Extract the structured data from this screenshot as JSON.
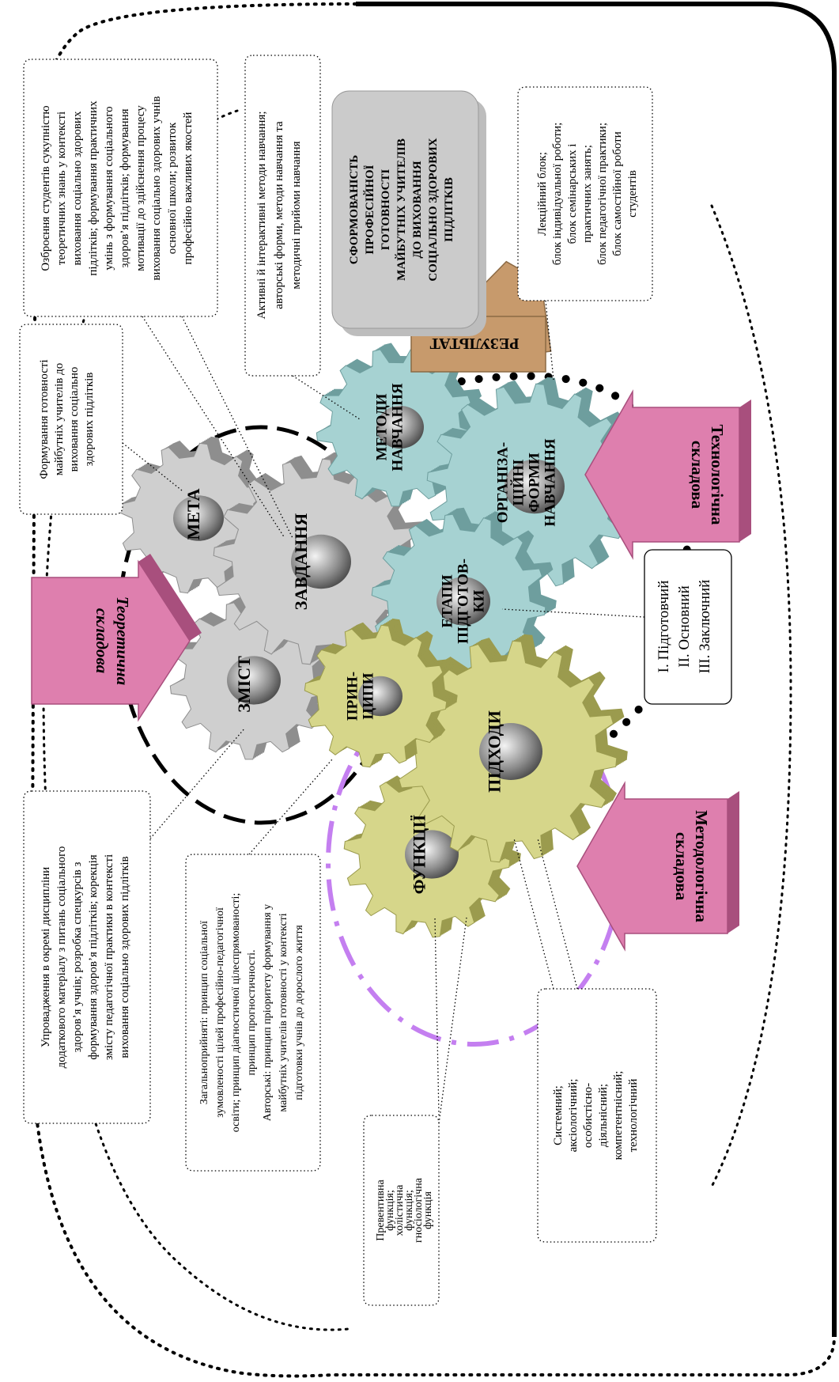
{
  "gears": {
    "meta": "МЕТА",
    "zavdannia": "ЗАВДАННЯ",
    "zmist": "ЗМІСТ",
    "metody": [
      "МЕТОДИ",
      "НАВЧАННЯ"
    ],
    "forms": [
      "ОРГАНІЗА-",
      "ЦІЙНІ",
      "ФОРМИ",
      "НАВЧАННЯ"
    ],
    "etapy": [
      "ЕТАПИ",
      "ПІДГОТОВ-",
      "КИ"
    ],
    "pryntsypy": [
      "ПРИН-",
      "ЦИПИ"
    ],
    "pidkhody": "ПІДХОДИ",
    "funktsii": "ФУНКЦІЇ"
  },
  "components": {
    "theoretical": [
      "Теоретична",
      "складова"
    ],
    "methodological": [
      "Методологічна",
      "складова"
    ],
    "technological": [
      "Технологічна",
      "складова"
    ]
  },
  "result": {
    "arrow_label": "РЕЗУЛЬТАТ",
    "box_lines": [
      "СФОРМОВАНІСТЬ",
      "ПРОФЕСІЙНОЇ",
      "ГОТОВНОСТІ",
      "МАЙБУТНІХ УЧИТЕЛІВ",
      "ДО ВИХОВАННЯ",
      "СОЦІАЛЬНО ЗДОРОВИХ",
      "ПІДЛІТКІВ"
    ]
  },
  "callouts": {
    "goal": [
      "Формування готовності",
      "майбутніх учителів до",
      "виховання соціально",
      "здорових підлітків"
    ],
    "tasks": [
      "Озброєння студентів сукупністю",
      "теоретичних знань у контексті",
      "виховання соціально здорових",
      "підлітків; формування практичних",
      "умінь з формування соціального",
      "здоров’я підлітків; формування",
      "мотивації до здійснення процесу",
      "виховання соціально здорових учнів",
      "основної школи; розвиток",
      "професійно важливих якостей"
    ],
    "methods": [
      "Активні й інтерактивні методи навчання;",
      "авторські форми, методи навчання та",
      "методичні прийоми навчання"
    ],
    "forms": [
      "Лекційний блок;",
      "блок індивідуальної роботи;",
      "блок семінарських і",
      "практичних занять;",
      "блок педагогічної практики;",
      "блок самостійної роботи",
      "студентів"
    ],
    "stages": [
      "І. Підготовчий",
      "ІІ. Основний",
      "ІІІ. Заключний"
    ],
    "content": [
      "Упровадження в окремі дисципліни",
      "додаткового матеріалу з питань соціального",
      "здоров’я учнів; розробка спецкурсів з",
      "формування здоров’я підлітків; корекція",
      "змісту педагогічної практики в контексті",
      "виховання соціально здорових підлітків"
    ],
    "principles": [
      "Загальноприйняті: принцип соціальної",
      "зумовленості цілей професійно-педагогічної",
      "освіти; принцип діагностичної цілеспрямованості;",
      "принцип прогностичності.",
      "Авторські: принцип пріоритету формування у",
      "майбутніх учителів готовності у контексті",
      "підготовки учнів до дорослого життя"
    ],
    "functions": [
      "Превентивна",
      "функція;",
      "холістична",
      "функція;",
      "гносіологічна",
      "функція"
    ],
    "approaches": [
      "Системний;",
      "аксіологічний;",
      "особистісно-",
      "діяльнісний;",
      "компетентнісний;",
      "технологічний"
    ]
  },
  "colors": {
    "gray_gear": "#cfcfcf",
    "gray_gear_dark": "#8e8e8e",
    "teal_gear": "#a6d2d2",
    "teal_gear_dark": "#6e9e9e",
    "yellow_gear": "#d6d68a",
    "yellow_gear_dark": "#9b9b4e",
    "pink_arrow": "#de7fae",
    "pink_arrow_dark": "#a84f7d",
    "tan_arrow": "#c79a6c",
    "result_box": "#cbcbcb",
    "purple_dash": "#c47ff0"
  }
}
